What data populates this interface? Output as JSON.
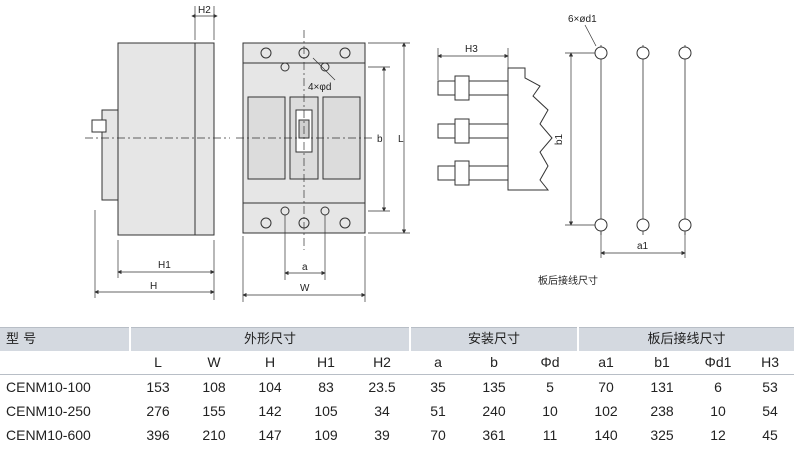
{
  "drawing": {
    "labels": {
      "H2": "H2",
      "H1": "H1",
      "H": "H",
      "W": "W",
      "a": "a",
      "b": "b",
      "L": "L",
      "holes": "4×φd",
      "H3": "H3",
      "holes_rear": "6×ød1",
      "b1": "b1",
      "a1": "a1",
      "rear_caption": "板后接线尺寸"
    }
  },
  "table": {
    "model_header": "型 号",
    "groups": [
      "外形尺寸",
      "安装尺寸",
      "板后接线尺寸"
    ],
    "columns": [
      "L",
      "W",
      "H",
      "H1",
      "H2",
      "a",
      "b",
      "Φd",
      "a1",
      "b1",
      "Φd1",
      "H3"
    ],
    "rows": [
      {
        "model": "CENM10-100",
        "values": [
          "153",
          "108",
          "104",
          "83",
          "23.5",
          "35",
          "135",
          "5",
          "70",
          "131",
          "6",
          "53"
        ]
      },
      {
        "model": "CENM10-250",
        "values": [
          "276",
          "155",
          "142",
          "105",
          "34",
          "51",
          "240",
          "10",
          "102",
          "238",
          "10",
          "54"
        ]
      },
      {
        "model": "CENM10-600",
        "values": [
          "396",
          "210",
          "147",
          "109",
          "39",
          "70",
          "361",
          "11",
          "140",
          "325",
          "12",
          "45"
        ]
      }
    ]
  }
}
